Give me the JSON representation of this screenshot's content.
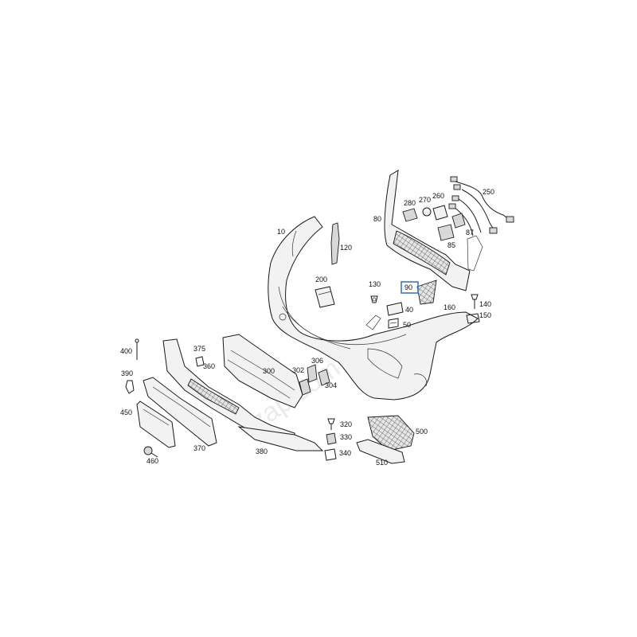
{
  "highlight": {
    "label": "90",
    "color": "#3d7ab8"
  },
  "callouts": [
    "10",
    "120",
    "200",
    "130",
    "40",
    "50",
    "80",
    "280",
    "270",
    "260",
    "250",
    "87",
    "85",
    "90",
    "160",
    "140",
    "150",
    "400",
    "375",
    "360",
    "390",
    "450",
    "300",
    "302",
    "306",
    "304",
    "370",
    "380",
    "460",
    "320",
    "330",
    "340",
    "500",
    "510"
  ],
  "watermark": "rzap.com",
  "icons": [
    "bumper-cover",
    "grille-frame",
    "mesh-insert",
    "wiring-harness",
    "bracket",
    "clip",
    "screw",
    "sensor",
    "license-plate",
    "spoiler"
  ]
}
